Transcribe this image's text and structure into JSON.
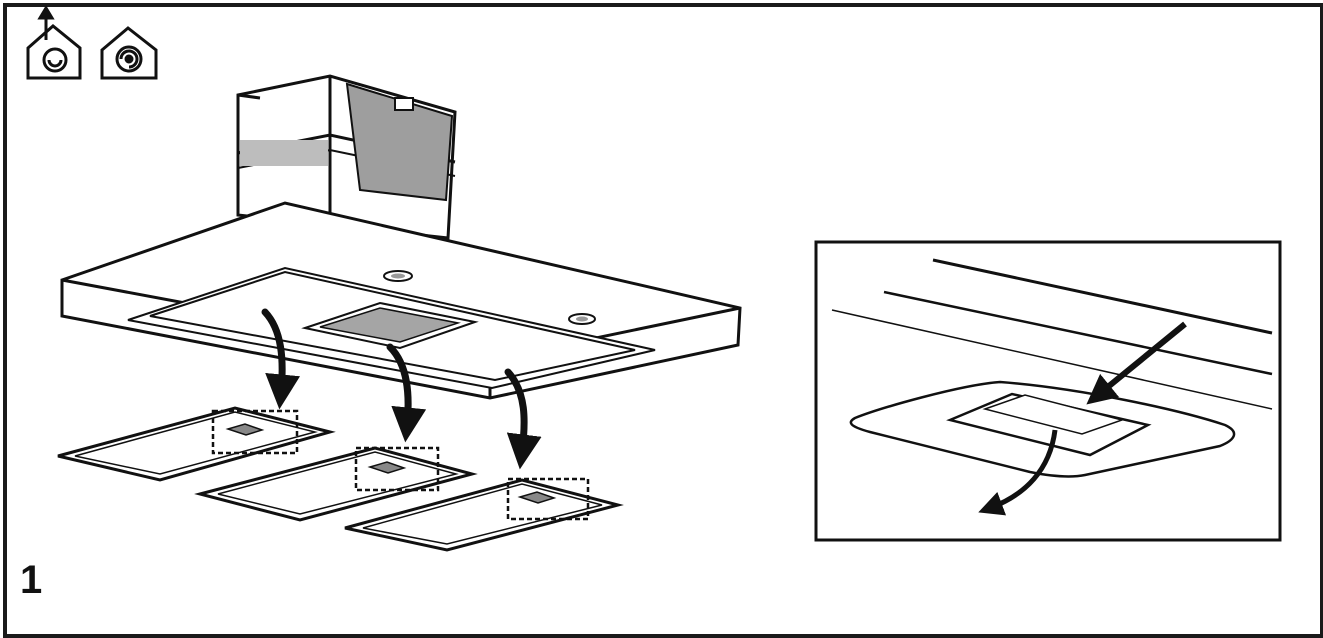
{
  "figure": {
    "step_number": "1",
    "mode_icons": [
      "ducted-extraction-icon",
      "recirculation-icon"
    ],
    "components": {
      "hood": "island-cooker-hood",
      "filters": [
        "grease-filter-left",
        "grease-filter-middle",
        "grease-filter-right"
      ],
      "detail": "filter-latch-detail"
    }
  }
}
